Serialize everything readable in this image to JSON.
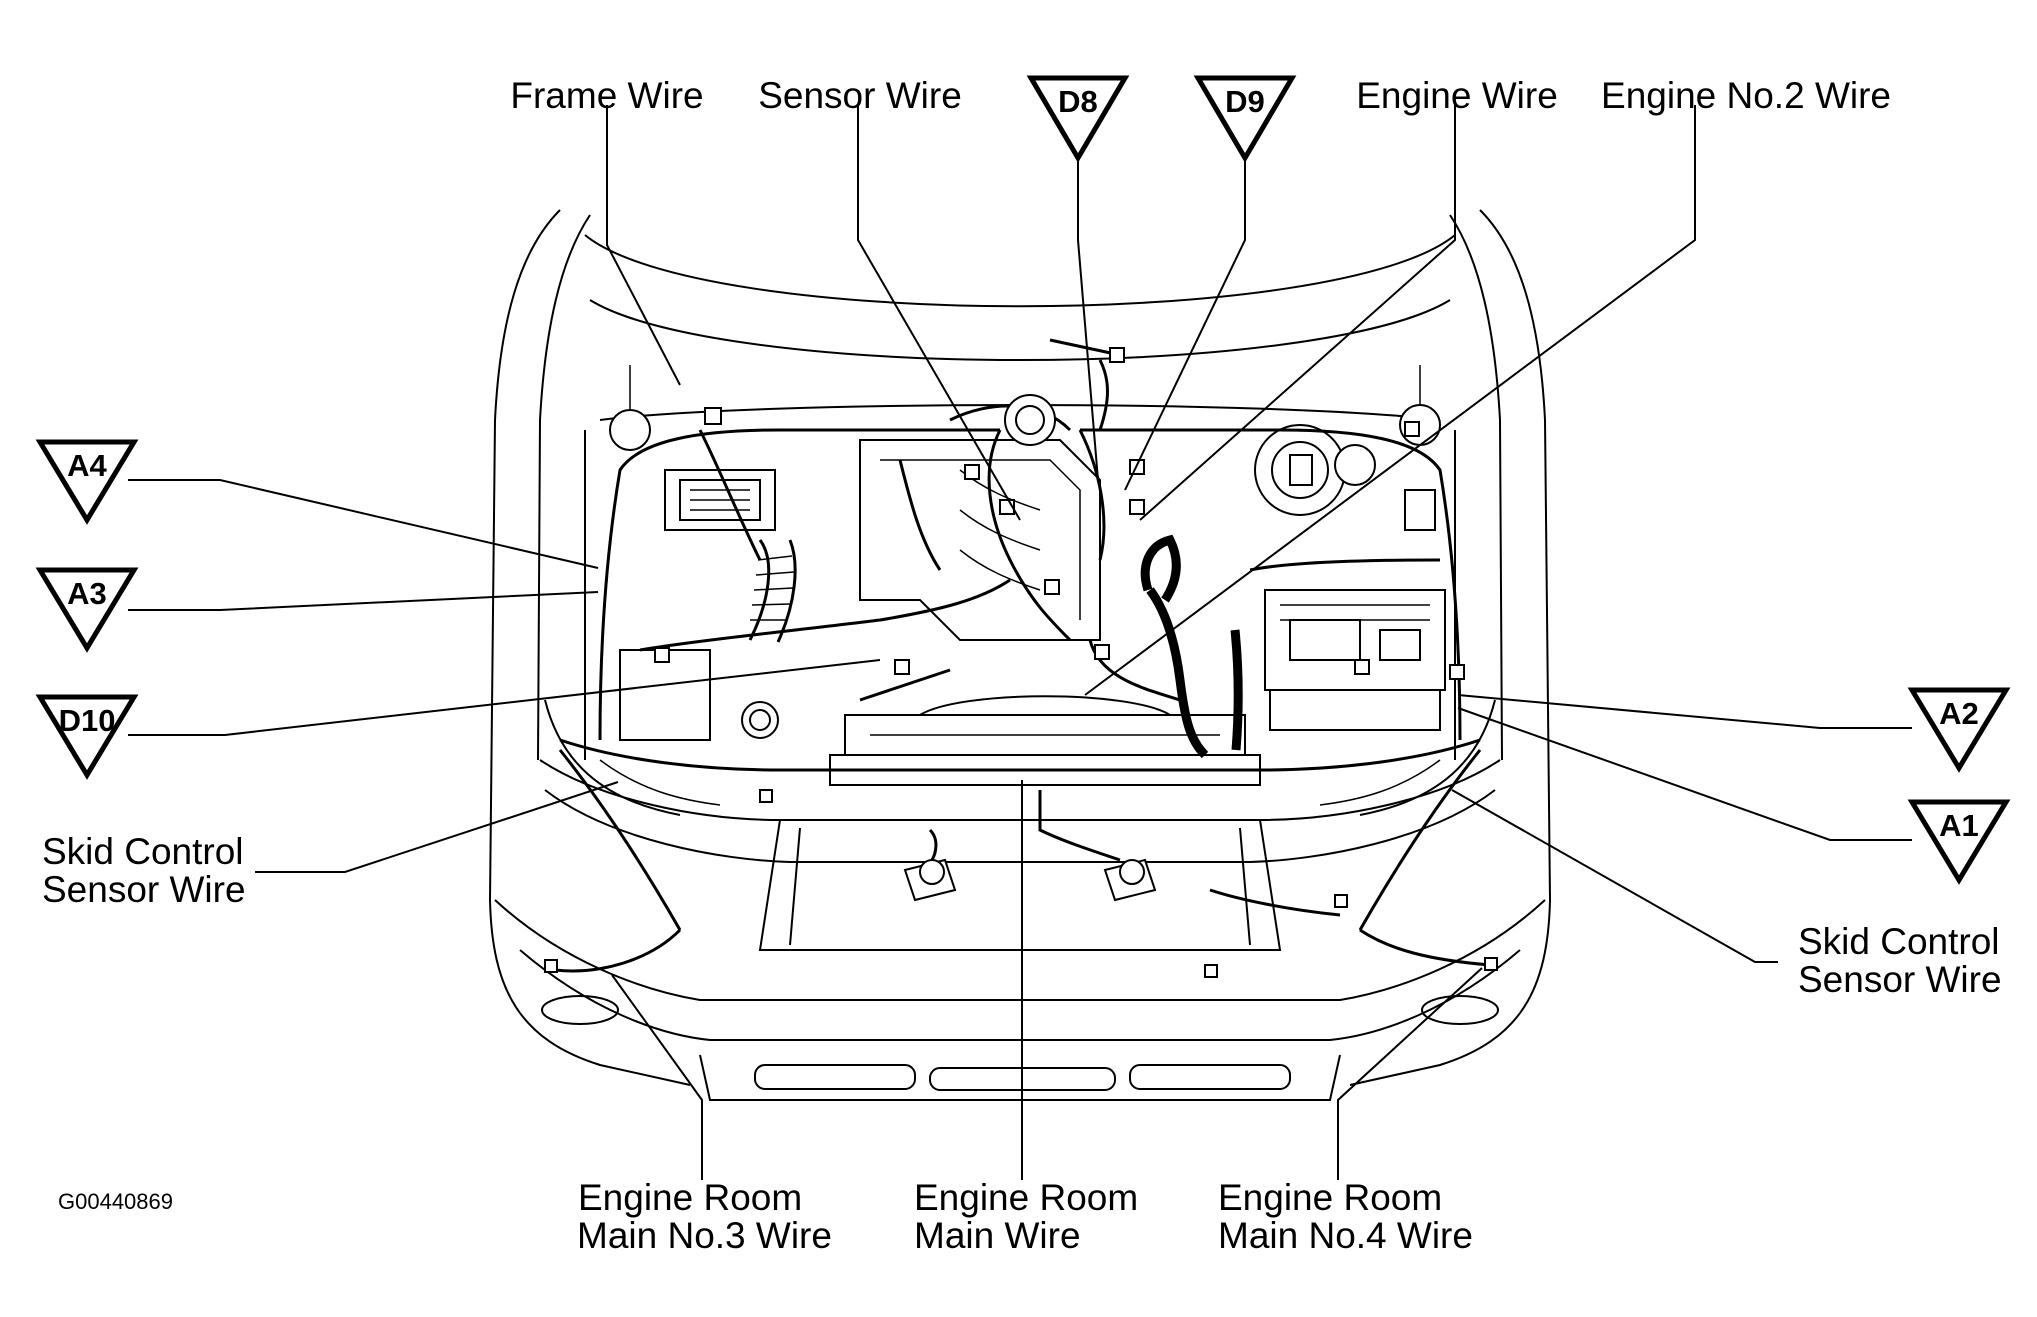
{
  "labels": {
    "frame_wire": "Frame Wire",
    "sensor_wire": "Sensor Wire",
    "engine_wire": "Engine Wire",
    "engine_no2_wire": "Engine No.2 Wire",
    "skid_left_l1": "Skid Control",
    "skid_left_l2": "Sensor Wire",
    "skid_right_l1": "Skid Control",
    "skid_right_l2": "Sensor Wire",
    "erm3_l1": "Engine Room",
    "erm3_l2": "Main No.3 Wire",
    "erm_l1": "Engine Room",
    "erm_l2": "Main Wire",
    "erm4_l1": "Engine Room",
    "erm4_l2": "Main No.4 Wire"
  },
  "connectors": {
    "d8": "D8",
    "d9": "D9",
    "a4": "A4",
    "a3": "A3",
    "d10": "D10",
    "a2": "A2",
    "a1": "A1"
  },
  "figure_code": "G00440869",
  "colors": {
    "line": "#000000",
    "background": "#ffffff"
  }
}
